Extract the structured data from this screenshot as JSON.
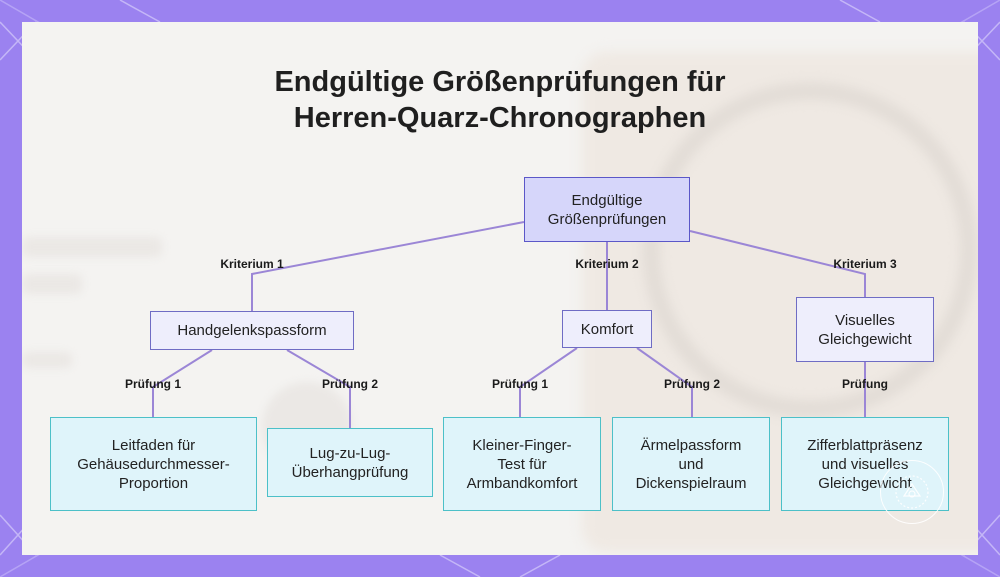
{
  "diagram": {
    "title_line1": "Endgültige Größenprüfungen für",
    "title_line2": "Herren-Quarz-Chronographen",
    "root": {
      "line1": "Endgültige",
      "line2": "Größenprüfungen"
    },
    "criteria": [
      {
        "edge_label": "Kriterium 1",
        "node_lines": [
          "Handgelenkspassform"
        ],
        "checks": [
          {
            "edge_label": "Prüfung 1",
            "leaf_lines": [
              "Leitfaden für",
              "Gehäusedurchmesser-",
              "Proportion"
            ]
          },
          {
            "edge_label": "Prüfung 2",
            "leaf_lines": [
              "Lug-zu-Lug-",
              "Überhangprüfung"
            ]
          }
        ]
      },
      {
        "edge_label": "Kriterium 2",
        "node_lines": [
          "Komfort"
        ],
        "checks": [
          {
            "edge_label": "Prüfung 1",
            "leaf_lines": [
              "Kleiner-Finger-",
              "Test für",
              "Armbandkomfort"
            ]
          },
          {
            "edge_label": "Prüfung 2",
            "leaf_lines": [
              "Ärmelpassform",
              "und",
              "Dickenspielraum"
            ]
          }
        ]
      },
      {
        "edge_label": "Kriterium 3",
        "node_lines": [
          "Visuelles",
          "Gleichgewicht"
        ],
        "checks": [
          {
            "edge_label": "Prüfung",
            "leaf_lines": [
              "Zifferblattpräsenz",
              "und visuelles",
              "Gleichgewicht"
            ]
          }
        ]
      }
    ]
  },
  "colors": {
    "frame": "#9b82f0",
    "panel": "#f4f3f1",
    "line": "#9b86d6",
    "root_fill": "#d6d6fa",
    "root_border": "#5b57c8",
    "mid_fill": "#eeeefc",
    "mid_border": "#6f6cc4",
    "leaf_fill": "#dff4fa",
    "leaf_border": "#4cc0c8"
  },
  "icons": [
    "watermark-badge-icon"
  ]
}
